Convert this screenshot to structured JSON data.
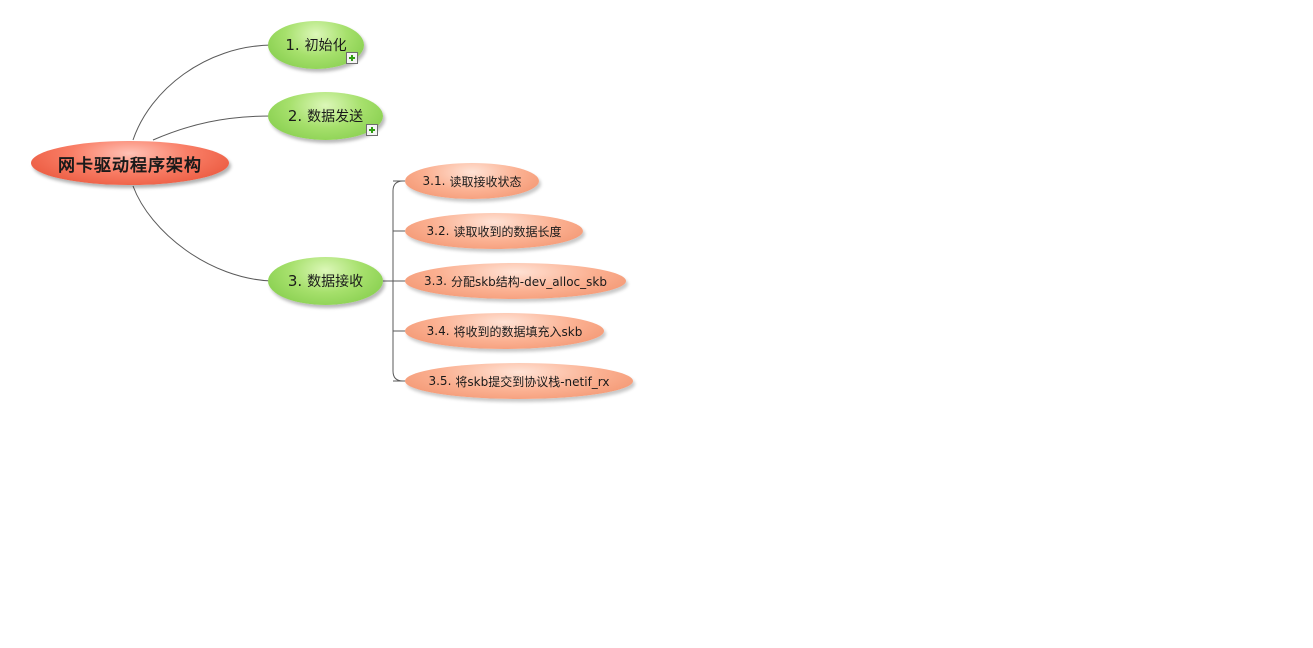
{
  "root": {
    "label": "网卡驱动程序架构",
    "color": "#f26b50"
  },
  "branches": [
    {
      "number": "1.",
      "label": "初始化",
      "collapsed": true
    },
    {
      "number": "2.",
      "label": "数据发送",
      "collapsed": true
    },
    {
      "number": "3.",
      "label": "数据接收",
      "collapsed": false
    }
  ],
  "subtopics": [
    {
      "number": "3.1.",
      "label": "读取接收状态"
    },
    {
      "number": "3.2.",
      "label": "读取收到的数据长度"
    },
    {
      "number": "3.3.",
      "label": "分配skb结构-dev_alloc_skb"
    },
    {
      "number": "3.4.",
      "label": "将收到的数据填充入skb"
    },
    {
      "number": "3.5.",
      "label": "将skb提交到协议栈-netif_rx"
    }
  ],
  "colors": {
    "branch": "#9bd862",
    "subtopic": "#f9a483",
    "connector": "#5a5a5a",
    "expander_plus": "#2f9d12"
  },
  "icons": {
    "expander": "plus-expand-icon"
  }
}
